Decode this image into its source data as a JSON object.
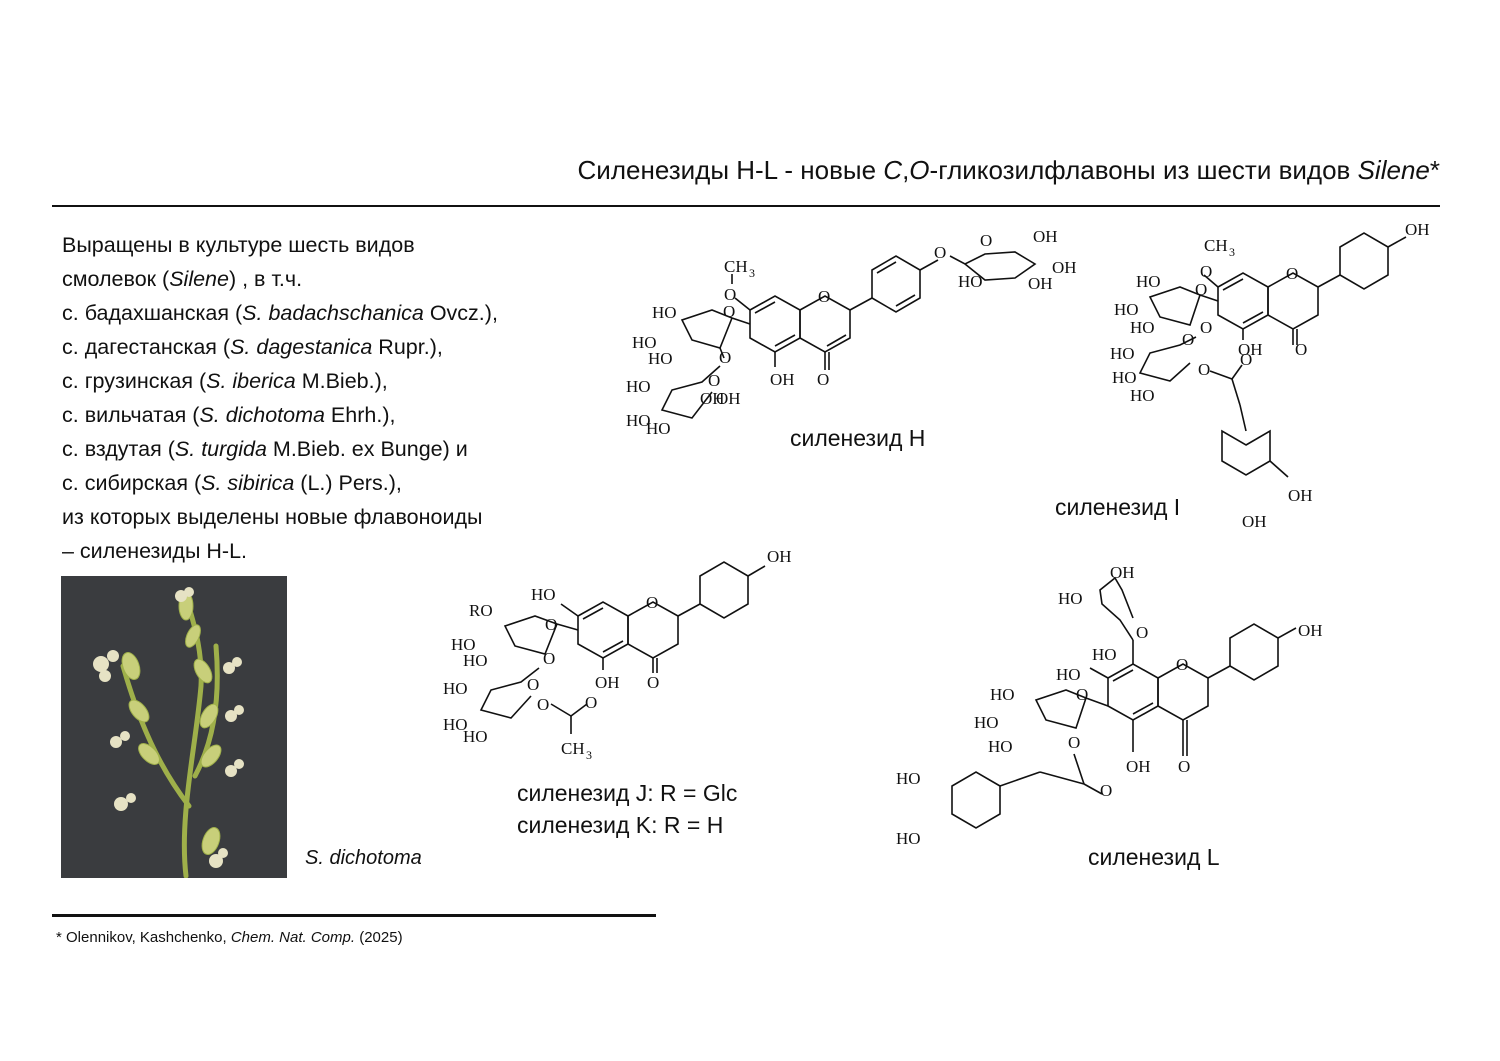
{
  "title": {
    "part1": "Силенезиды H-L - новые ",
    "italic1": "C",
    "comma": ",",
    "italic2": "O",
    "part2": "-гликозилфлавоны из шести видов ",
    "italic3": "Silene",
    "part3": "*"
  },
  "intro": {
    "line1": "Выращены в культуре шесть видов",
    "line2": {
      "a": "смолевок (",
      "i": "Silene",
      "b": ") , в т.ч."
    },
    "species": [
      {
        "pre": "с. бадахшанская (",
        "latin": "S. badachschanica",
        "post": " Ovcz.),"
      },
      {
        "pre": "с. дагестанская (",
        "latin": "S. dagestanica",
        "post": " Rupr.),"
      },
      {
        "pre": "с. грузинская (",
        "latin": "S. iberica",
        "post": " M.Bieb.),"
      },
      {
        "pre": "с. вильчатая (",
        "latin": "S. dichotoma",
        "post": " Ehrh.),"
      },
      {
        "pre": "с. вздутая (",
        "latin": "S. turgida",
        "post": " M.Bieb. ex Bunge) и"
      },
      {
        "pre": "с. сибирская (",
        "latin": "S. sibirica",
        "post": " (L.) Pers.),"
      }
    ],
    "line9": "из которых выделены новые флавоноиды",
    "line10": "– силенезиды H-L."
  },
  "photo_caption": "S. dichotoma",
  "compounds": {
    "H": {
      "caption": "силенезид H",
      "labels": {
        "ch3": "CH",
        "sub3": "3",
        "oh": "OH",
        "ho": "HO",
        "o": "O"
      }
    },
    "I": {
      "caption": "силенезид I",
      "labels": {
        "ch3": "CH",
        "sub3": "3",
        "oh": "OH",
        "ho": "HO",
        "o": "O"
      }
    },
    "JK": {
      "caption1": "силенезид J: R = Glc",
      "caption2": "силенезид K: R = H",
      "labels": {
        "ro": "RO",
        "ch3": "CH",
        "sub3": "3",
        "oh": "OH",
        "ho": "HO",
        "o": "O"
      }
    },
    "L": {
      "caption": "силенезид L",
      "labels": {
        "oh": "OH",
        "ho": "HO",
        "o": "O"
      }
    }
  },
  "footnote": {
    "pre": "* Olennikov, Kashchenko, ",
    "journal": "Chem. Nat. Comp.",
    "post": " (2025)"
  },
  "colors": {
    "text": "#111111",
    "photo_bg": "#3a3c3f",
    "stem": "#9fb04a",
    "flower": "#e6e2c4"
  }
}
